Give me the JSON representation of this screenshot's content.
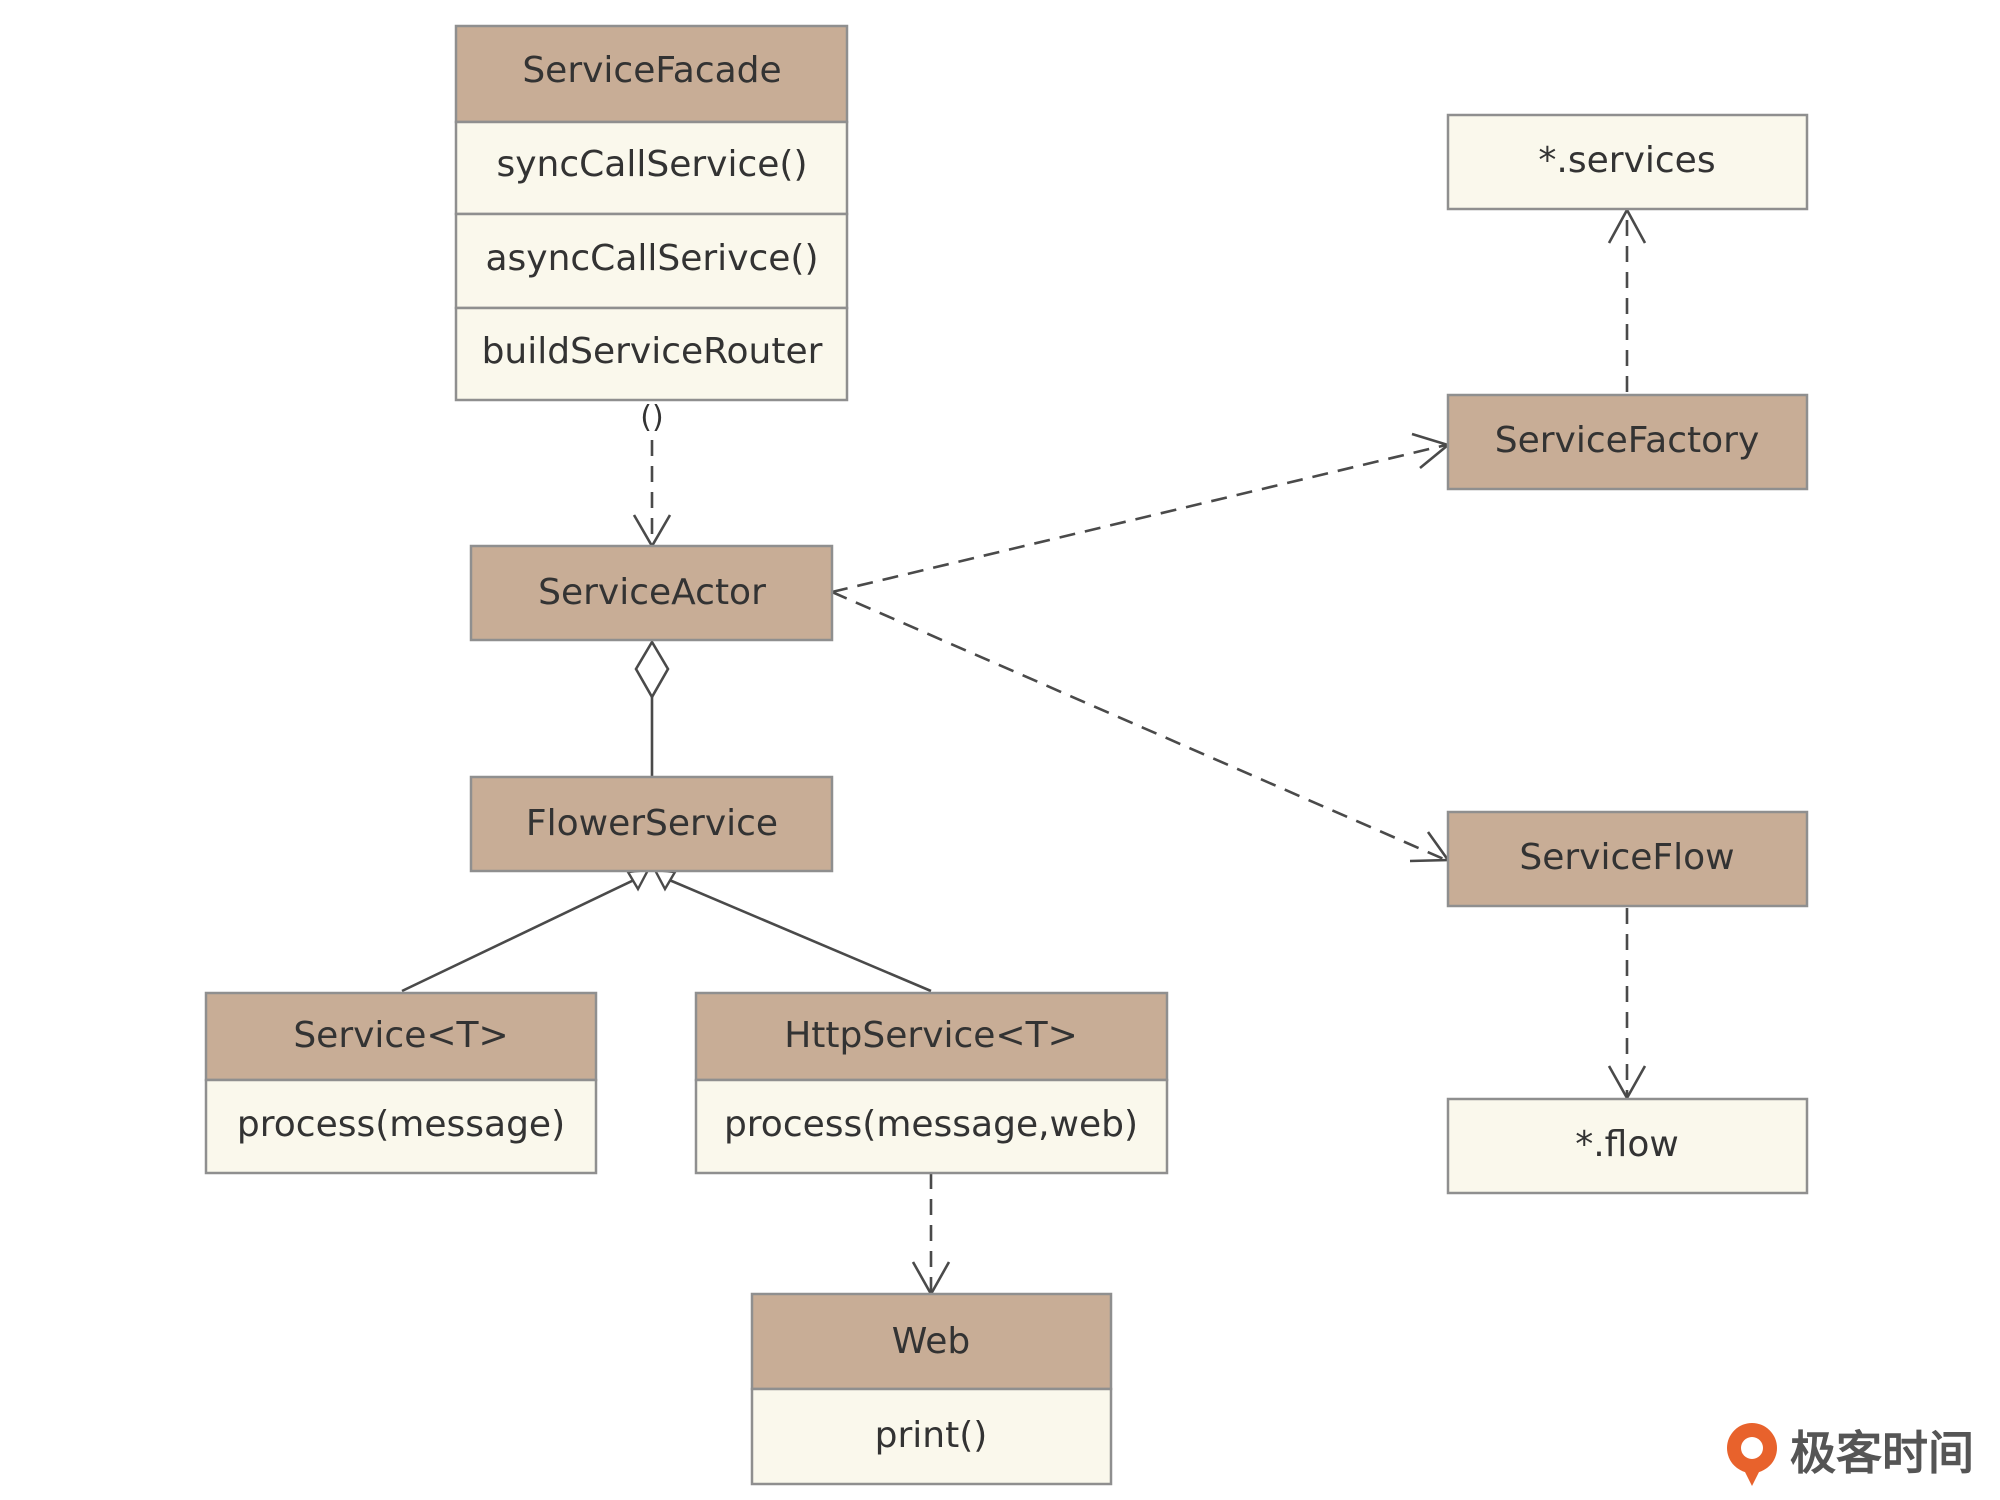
{
  "classes": {
    "service_facade": {
      "title": "ServiceFacade",
      "methods": [
        "syncCallService()",
        "asyncCallSerivce()",
        "buildServiceRouter"
      ]
    },
    "service_actor": {
      "title": "ServiceActor"
    },
    "flower_service": {
      "title": "FlowerService"
    },
    "service_generic": {
      "title": "Service<T>",
      "methods": [
        "process(message)"
      ]
    },
    "http_service": {
      "title": "HttpService<T>",
      "methods": [
        "process(message,web)"
      ]
    },
    "web": {
      "title": "Web",
      "methods": [
        "print()"
      ]
    },
    "service_factory": {
      "title": "ServiceFactory"
    },
    "services_pkg": {
      "title": "*.services"
    },
    "service_flow": {
      "title": "ServiceFlow"
    },
    "flow_pkg": {
      "title": "*.flow"
    }
  },
  "edges": [
    {
      "from": "ServiceFacade",
      "to": "ServiceActor",
      "kind": "dependency",
      "label": "()"
    },
    {
      "from": "FlowerService",
      "to": "ServiceActor",
      "kind": "aggregation"
    },
    {
      "from": "Service<T>",
      "to": "FlowerService",
      "kind": "generalization"
    },
    {
      "from": "HttpService<T>",
      "to": "FlowerService",
      "kind": "generalization"
    },
    {
      "from": "HttpService<T>",
      "to": "Web",
      "kind": "dependency"
    },
    {
      "from": "ServiceActor",
      "to": "ServiceFactory",
      "kind": "dependency"
    },
    {
      "from": "ServiceActor",
      "to": "ServiceFlow",
      "kind": "dependency"
    },
    {
      "from": "ServiceFactory",
      "to": "*.services",
      "kind": "dependency"
    },
    {
      "from": "ServiceFlow",
      "to": "*.flow",
      "kind": "dependency"
    }
  ],
  "watermark": {
    "text": "极客时间",
    "accent": "#e8622c"
  },
  "colors": {
    "header_fill": "#c8ad96",
    "row_fill": "#faf8ec",
    "border": "#8f8f8f",
    "line": "#4a4a4a",
    "text": "#333333"
  }
}
